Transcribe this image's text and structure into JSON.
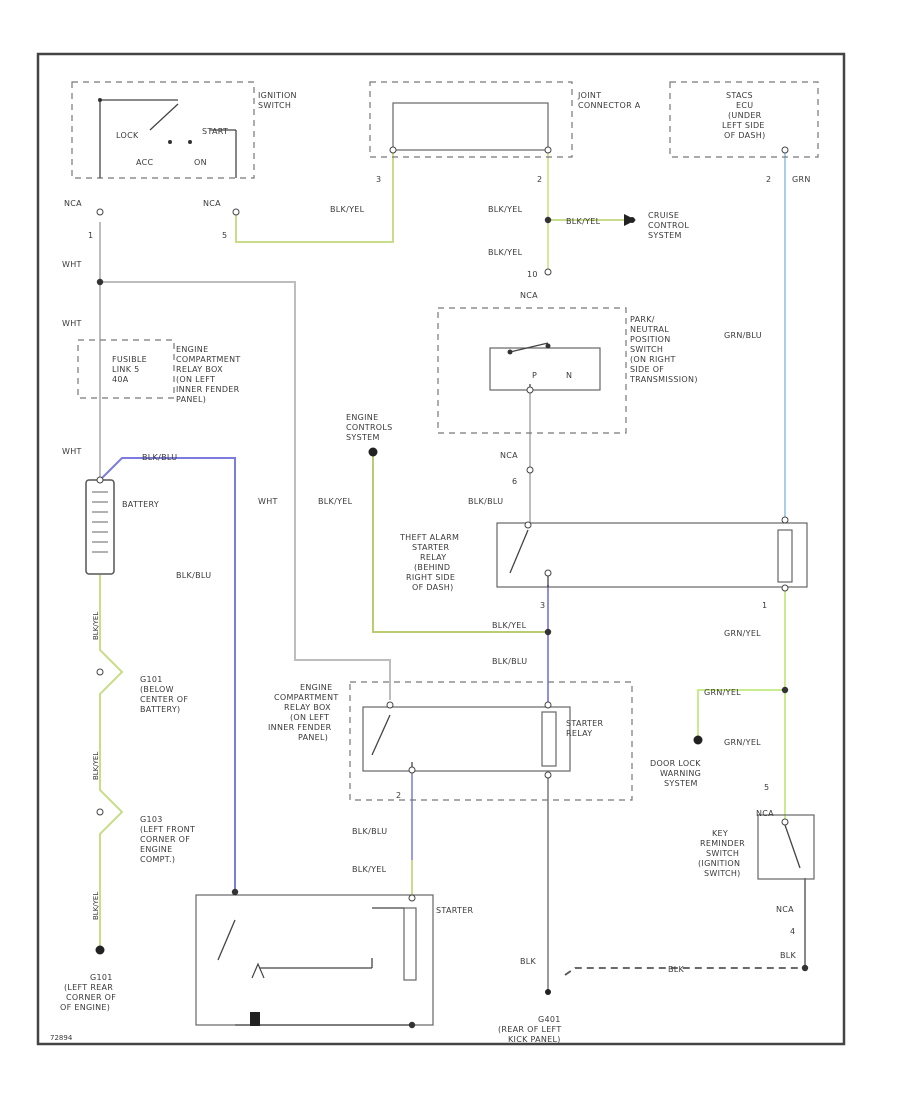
{
  "colors": {
    "wire_yellow": "#c8dd8a",
    "wire_blue": "#7b7be0",
    "wire_lightblue": "#a9cfe6",
    "wire_green": "#c9ec8e",
    "wire_gray": "#bdbdbd",
    "wire_black": "#555555",
    "frame": "#444444"
  },
  "labels": {
    "ignition_switch": [
      "IGNITION",
      "SWITCH"
    ],
    "lock": "LOCK",
    "start": "START",
    "acc": "ACC",
    "on": "ON",
    "joint_connector": [
      "JOINT",
      "CONNECTOR A"
    ],
    "stacs": [
      "STACS",
      "ECU",
      "(UNDER",
      "LEFT SIDE",
      "OF DASH)"
    ],
    "nca_1": "NCA",
    "pin_1": "1",
    "nca_2": "NCA",
    "pin_5": "5",
    "pin_3": "3",
    "pin_2a": "2",
    "pin_2b": "2",
    "grn": "GRN",
    "blk_yel_1": "BLK/YEL",
    "blk_yel_2": "BLK/YEL",
    "blk_yel_tag": "BLK/YEL",
    "blk_yel_3": "BLK/YEL",
    "cruise": [
      "CRUISE",
      "CONTROL",
      "SYSTEM"
    ],
    "pin_10": "10",
    "nca_3": "NCA",
    "whitet_1": "WHT",
    "whitet_2": "WHT",
    "fusible": [
      "FUSIBLE",
      "LINK 5",
      "40A"
    ],
    "engine_relay_box_1": [
      "ENGINE",
      "COMPARTMENT",
      "RELAY BOX",
      "(ON LEFT",
      "INNER FENDER",
      "PANEL)"
    ],
    "park_neutral": [
      "PARK/",
      "NEUTRAL",
      "POSITION",
      "SWITCH",
      "(ON RIGHT",
      "SIDE OF",
      "TRANSMISSION)"
    ],
    "p": "P",
    "n": "N",
    "grn_blu_1": "GRN/BLU",
    "engine_controls": [
      "ENGINE",
      "CONTROLS",
      "SYSTEM"
    ],
    "whitet_3": "WHT",
    "blk_blu_tag": "BLK/BLU",
    "battery": "BATTERY",
    "whitet_4": "WHT",
    "blk_yel_4": "BLK/YEL",
    "nca_4": "NCA",
    "pin_6": "6",
    "blk_blu_1": "BLK/BLU",
    "theft_relay": [
      "THEFT ALARM",
      "STARTER",
      "RELAY",
      "(BEHIND",
      "RIGHT SIDE",
      "OF DASH)"
    ],
    "blk_blu_2": "BLK/BLU",
    "pin_3b": "3",
    "pin_1b": "1",
    "blk_yel_5": "BLK/YEL",
    "blk_blu_3": "BLK/BLU",
    "grn_yel_1": "GRN/YEL",
    "g101": [
      "G101",
      "(BELOW",
      "CENTER OF",
      "BATTERY)"
    ],
    "engine_relay_box_2": [
      "ENGINE",
      "COMPARTMENT",
      "RELAY BOX",
      "(ON LEFT",
      "INNER FENDER",
      "PANEL)"
    ],
    "starter_relay": [
      "STARTER",
      "RELAY"
    ],
    "grn_yel_2": "GRN/YEL",
    "grn_yel_3": "GRN/YEL",
    "blk_yel_v1": "BLK/YEL",
    "blk_yel_v2": "BLK/YEL",
    "blk_yel_v3": "BLK/YEL",
    "door_lock": [
      "DOOR LOCK",
      "WARNING",
      "SYSTEM"
    ],
    "pin_2c": "2",
    "pin_5b": "5",
    "nca_5": "NCA",
    "g103": [
      "G103",
      "(LEFT FRONT",
      "CORNER OF",
      "ENGINE",
      "COMPT.)"
    ],
    "blk_blu_4": "BLK/BLU",
    "blk_yel_6": "BLK/YEL",
    "key_reminder": [
      "KEY",
      "REMINDER",
      "SWITCH",
      "(IGNITION",
      "SWITCH)"
    ],
    "starter": "STARTER",
    "nca_6": "NCA",
    "pin_4": "4",
    "blk_1": "BLK",
    "blk_2": "BLK",
    "blk_3": "BLK",
    "g101b": [
      "G101",
      "(LEFT REAR",
      "CORNER OF",
      "OF ENGINE)"
    ],
    "g401": [
      "G401",
      "(REAR OF LEFT",
      "KICK PANEL)"
    ],
    "diagram_id": "72894"
  }
}
